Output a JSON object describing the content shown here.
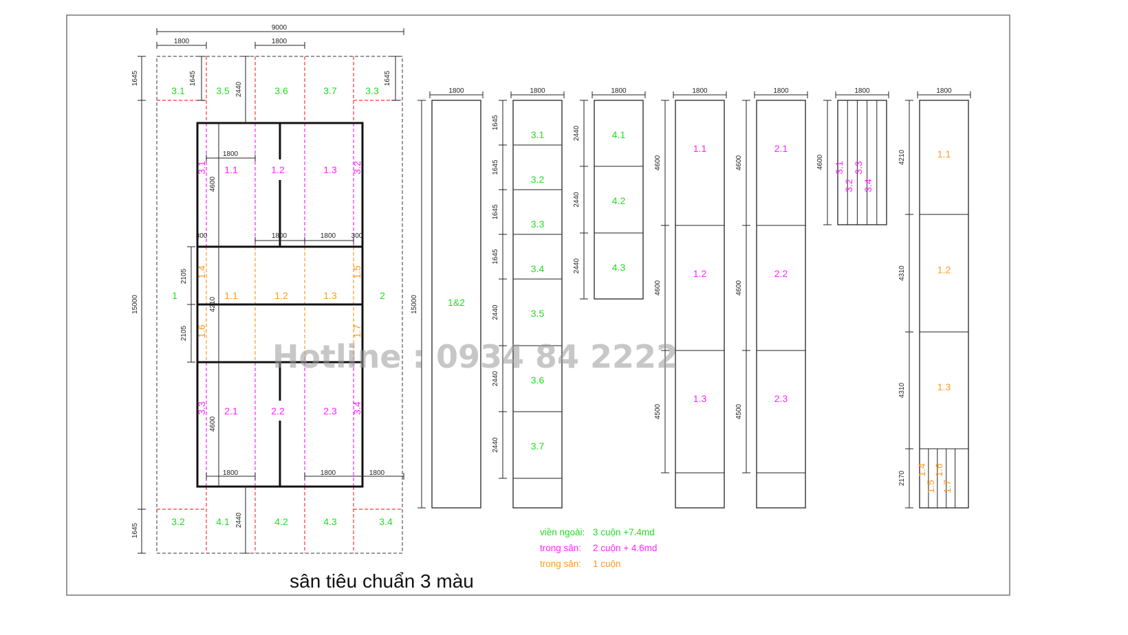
{
  "title": "sân tiêu chuẩn 3 màu",
  "watermark": "Hotline : 0934 84 2222",
  "colors": {
    "green": "#22dd22",
    "magenta": "#ff22ff",
    "orange": "#ff9922",
    "red": "#ff3333",
    "line": "#111111"
  },
  "legend": [
    {
      "label": "viền ngoài:",
      "value": "3 cuộn +7.4md",
      "color": "#22dd22"
    },
    {
      "label": "trong sân:",
      "value": "2 cuộn + 4.6md",
      "color": "#ff22ff"
    },
    {
      "label": "trong sân:",
      "value": "1 cuộn",
      "color": "#ff9922"
    }
  ],
  "plan": {
    "dims": [
      "9000",
      "1800",
      "1800",
      "1645",
      "1645",
      "2440",
      "1645",
      "1800",
      "4600",
      "300",
      "1800",
      "1800",
      "300",
      "2105",
      "4210",
      "2105",
      "15000",
      "4600",
      "1800",
      "1800",
      "1800",
      "2440",
      "1645"
    ],
    "green": [
      "3.1",
      "3.5",
      "3.6",
      "3.7",
      "3.3",
      "1",
      "2",
      "3.2",
      "4.1",
      "4.2",
      "4.3",
      "3.4"
    ],
    "magenta": [
      "1.1",
      "1.2",
      "1.3",
      "3.1",
      "3.2",
      "2.1",
      "2.2",
      "2.3",
      "3.3",
      "3.4"
    ],
    "orange": [
      "1.1",
      "1.2",
      "1.3",
      "1.4",
      "1.5",
      "1.6",
      "1.7"
    ]
  },
  "strips": [
    {
      "width": "1800",
      "total": "15000",
      "heights": [],
      "labels": [
        "1&2"
      ],
      "color": "green"
    },
    {
      "width": "1800",
      "heights": [
        "1645",
        "1645",
        "1645",
        "1645",
        "2440",
        "2440",
        "2440"
      ],
      "labels": [
        "3.1",
        "3.2",
        "3.3",
        "3.4",
        "3.5",
        "3.6",
        "3.7"
      ],
      "color": "green"
    },
    {
      "width": "1800",
      "heights": [
        "2440",
        "2440",
        "2440"
      ],
      "labels": [
        "4.1",
        "4.2",
        "4.3"
      ],
      "color": "green"
    },
    {
      "width": "1800",
      "heights": [
        "4600",
        "4600",
        "4500"
      ],
      "labels": [
        "1.1",
        "1.2",
        "1.3"
      ],
      "color": "magenta"
    },
    {
      "width": "1800",
      "heights": [
        "4600",
        "4600",
        "4500"
      ],
      "labels": [
        "2.1",
        "2.2",
        "2.3"
      ],
      "color": "magenta"
    },
    {
      "width": "1800",
      "heights": [
        "4600"
      ],
      "labels": [
        "3.1",
        "3.2",
        "3.3",
        "3.4"
      ],
      "color": "magenta"
    },
    {
      "width": "1800",
      "heights": [
        "4210",
        "4310",
        "4310",
        "2170"
      ],
      "labels": [
        "1.1",
        "1.2",
        "1.3",
        "1.4",
        "1.5",
        "1.6",
        "1.7"
      ],
      "color": "orange"
    }
  ]
}
